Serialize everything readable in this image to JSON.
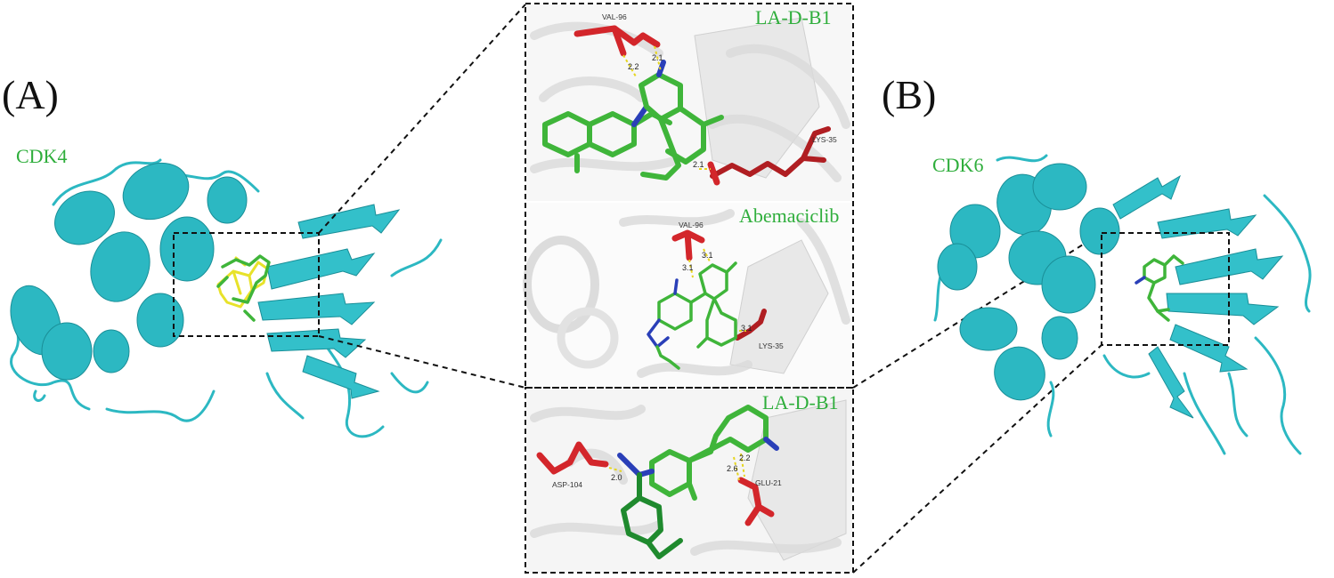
{
  "panels": {
    "a": {
      "letter": "(A)",
      "protein": "CDK4"
    },
    "b": {
      "letter": "(B)",
      "protein": "CDK6"
    }
  },
  "insets": [
    {
      "title": "LA-D-B1",
      "residues": [
        "VAL-96",
        "LYS-35"
      ],
      "distances": [
        "2.2",
        "2.1",
        "2.1"
      ]
    },
    {
      "title": "Abemaciclib",
      "residues": [
        "VAL-96",
        "LYS-35"
      ],
      "distances": [
        "3.1",
        "3.1",
        "3.1"
      ]
    },
    {
      "title": "LA-D-B1",
      "residues": [
        "ASP-104",
        "GLU-21"
      ],
      "distances": [
        "2.0",
        "2.2",
        "2.6"
      ]
    }
  ],
  "colors": {
    "protein": "#2cb8c2",
    "ligand": "#3fb53a",
    "ligand_alt": "#e8e22a",
    "residue": "#d3262b",
    "nitrogen": "#2a3fb8",
    "hbond": "#e6d51f",
    "label_green": "#2fae3c"
  }
}
